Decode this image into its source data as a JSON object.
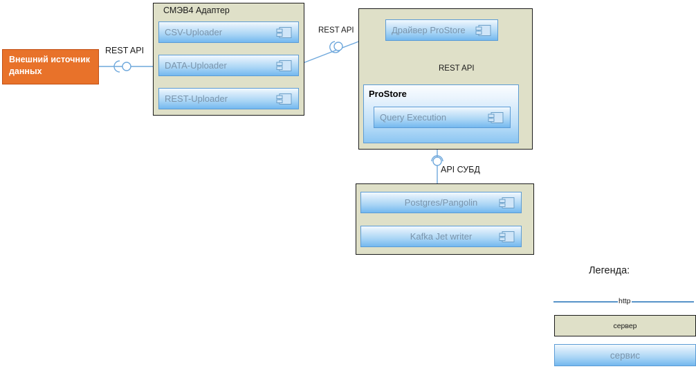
{
  "diagram": {
    "external_source": {
      "label": "Внешний источник данных",
      "color": "#e8722a"
    },
    "servers": [
      {
        "name": "smev4-adapter",
        "title": "СМЭВ4 Адаптер",
        "services": [
          {
            "name": "csv-uploader",
            "label": "CSV-Uploader"
          },
          {
            "name": "data-uploader",
            "label": "DATA-Uploader"
          },
          {
            "name": "rest-uploader",
            "label": "REST-Uploader"
          }
        ]
      },
      {
        "name": "prostore-server",
        "title": "",
        "services": [
          {
            "name": "prostore-driver",
            "label": "Драйвер ProStore"
          }
        ],
        "node": {
          "name": "prostore",
          "title": "ProStore",
          "services": [
            {
              "name": "query-execution",
              "label": "Query Execution"
            }
          ]
        }
      },
      {
        "name": "database-server",
        "title": "",
        "services": [
          {
            "name": "postgres-pangolin",
            "label": "Postgres/Pangolin"
          },
          {
            "name": "kafka-jet-writer",
            "label": "Kafka Jet writer"
          }
        ]
      }
    ],
    "connections": [
      {
        "name": "conn-source-to-adapter",
        "label": "REST API"
      },
      {
        "name": "conn-adapter-to-driver",
        "label": "REST API"
      },
      {
        "name": "conn-driver-to-prostore",
        "label": "REST API"
      },
      {
        "name": "conn-prostore-to-db",
        "label": "API СУБД"
      }
    ]
  },
  "legend": {
    "title": "Легенда:",
    "http_label": "http",
    "server_label": "сервер",
    "service_label": "сервис",
    "line_color": "#1f6fb5",
    "server_color": "#dfe0c8",
    "service_color": "#a8d4f5"
  }
}
